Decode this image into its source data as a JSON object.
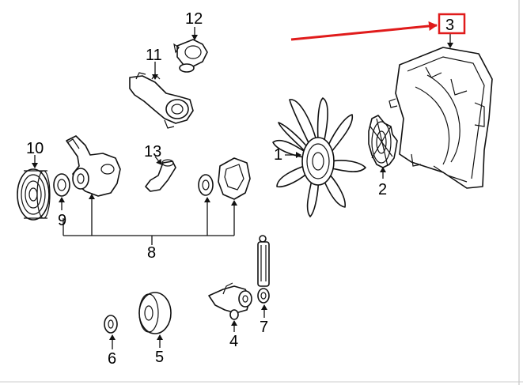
{
  "diagram": {
    "callouts": [
      {
        "id": "1",
        "label": "1"
      },
      {
        "id": "2",
        "label": "2"
      },
      {
        "id": "3",
        "label": "3",
        "highlighted": true
      },
      {
        "id": "4",
        "label": "4"
      },
      {
        "id": "5",
        "label": "5"
      },
      {
        "id": "6",
        "label": "6"
      },
      {
        "id": "7",
        "label": "7"
      },
      {
        "id": "8",
        "label": "8"
      },
      {
        "id": "9",
        "label": "9"
      },
      {
        "id": "10",
        "label": "10"
      },
      {
        "id": "11",
        "label": "11"
      },
      {
        "id": "12",
        "label": "12"
      },
      {
        "id": "13",
        "label": "13"
      }
    ],
    "colors": {
      "highlight": "#e01b1b",
      "ink": "#111111",
      "background": "#ffffff"
    }
  }
}
